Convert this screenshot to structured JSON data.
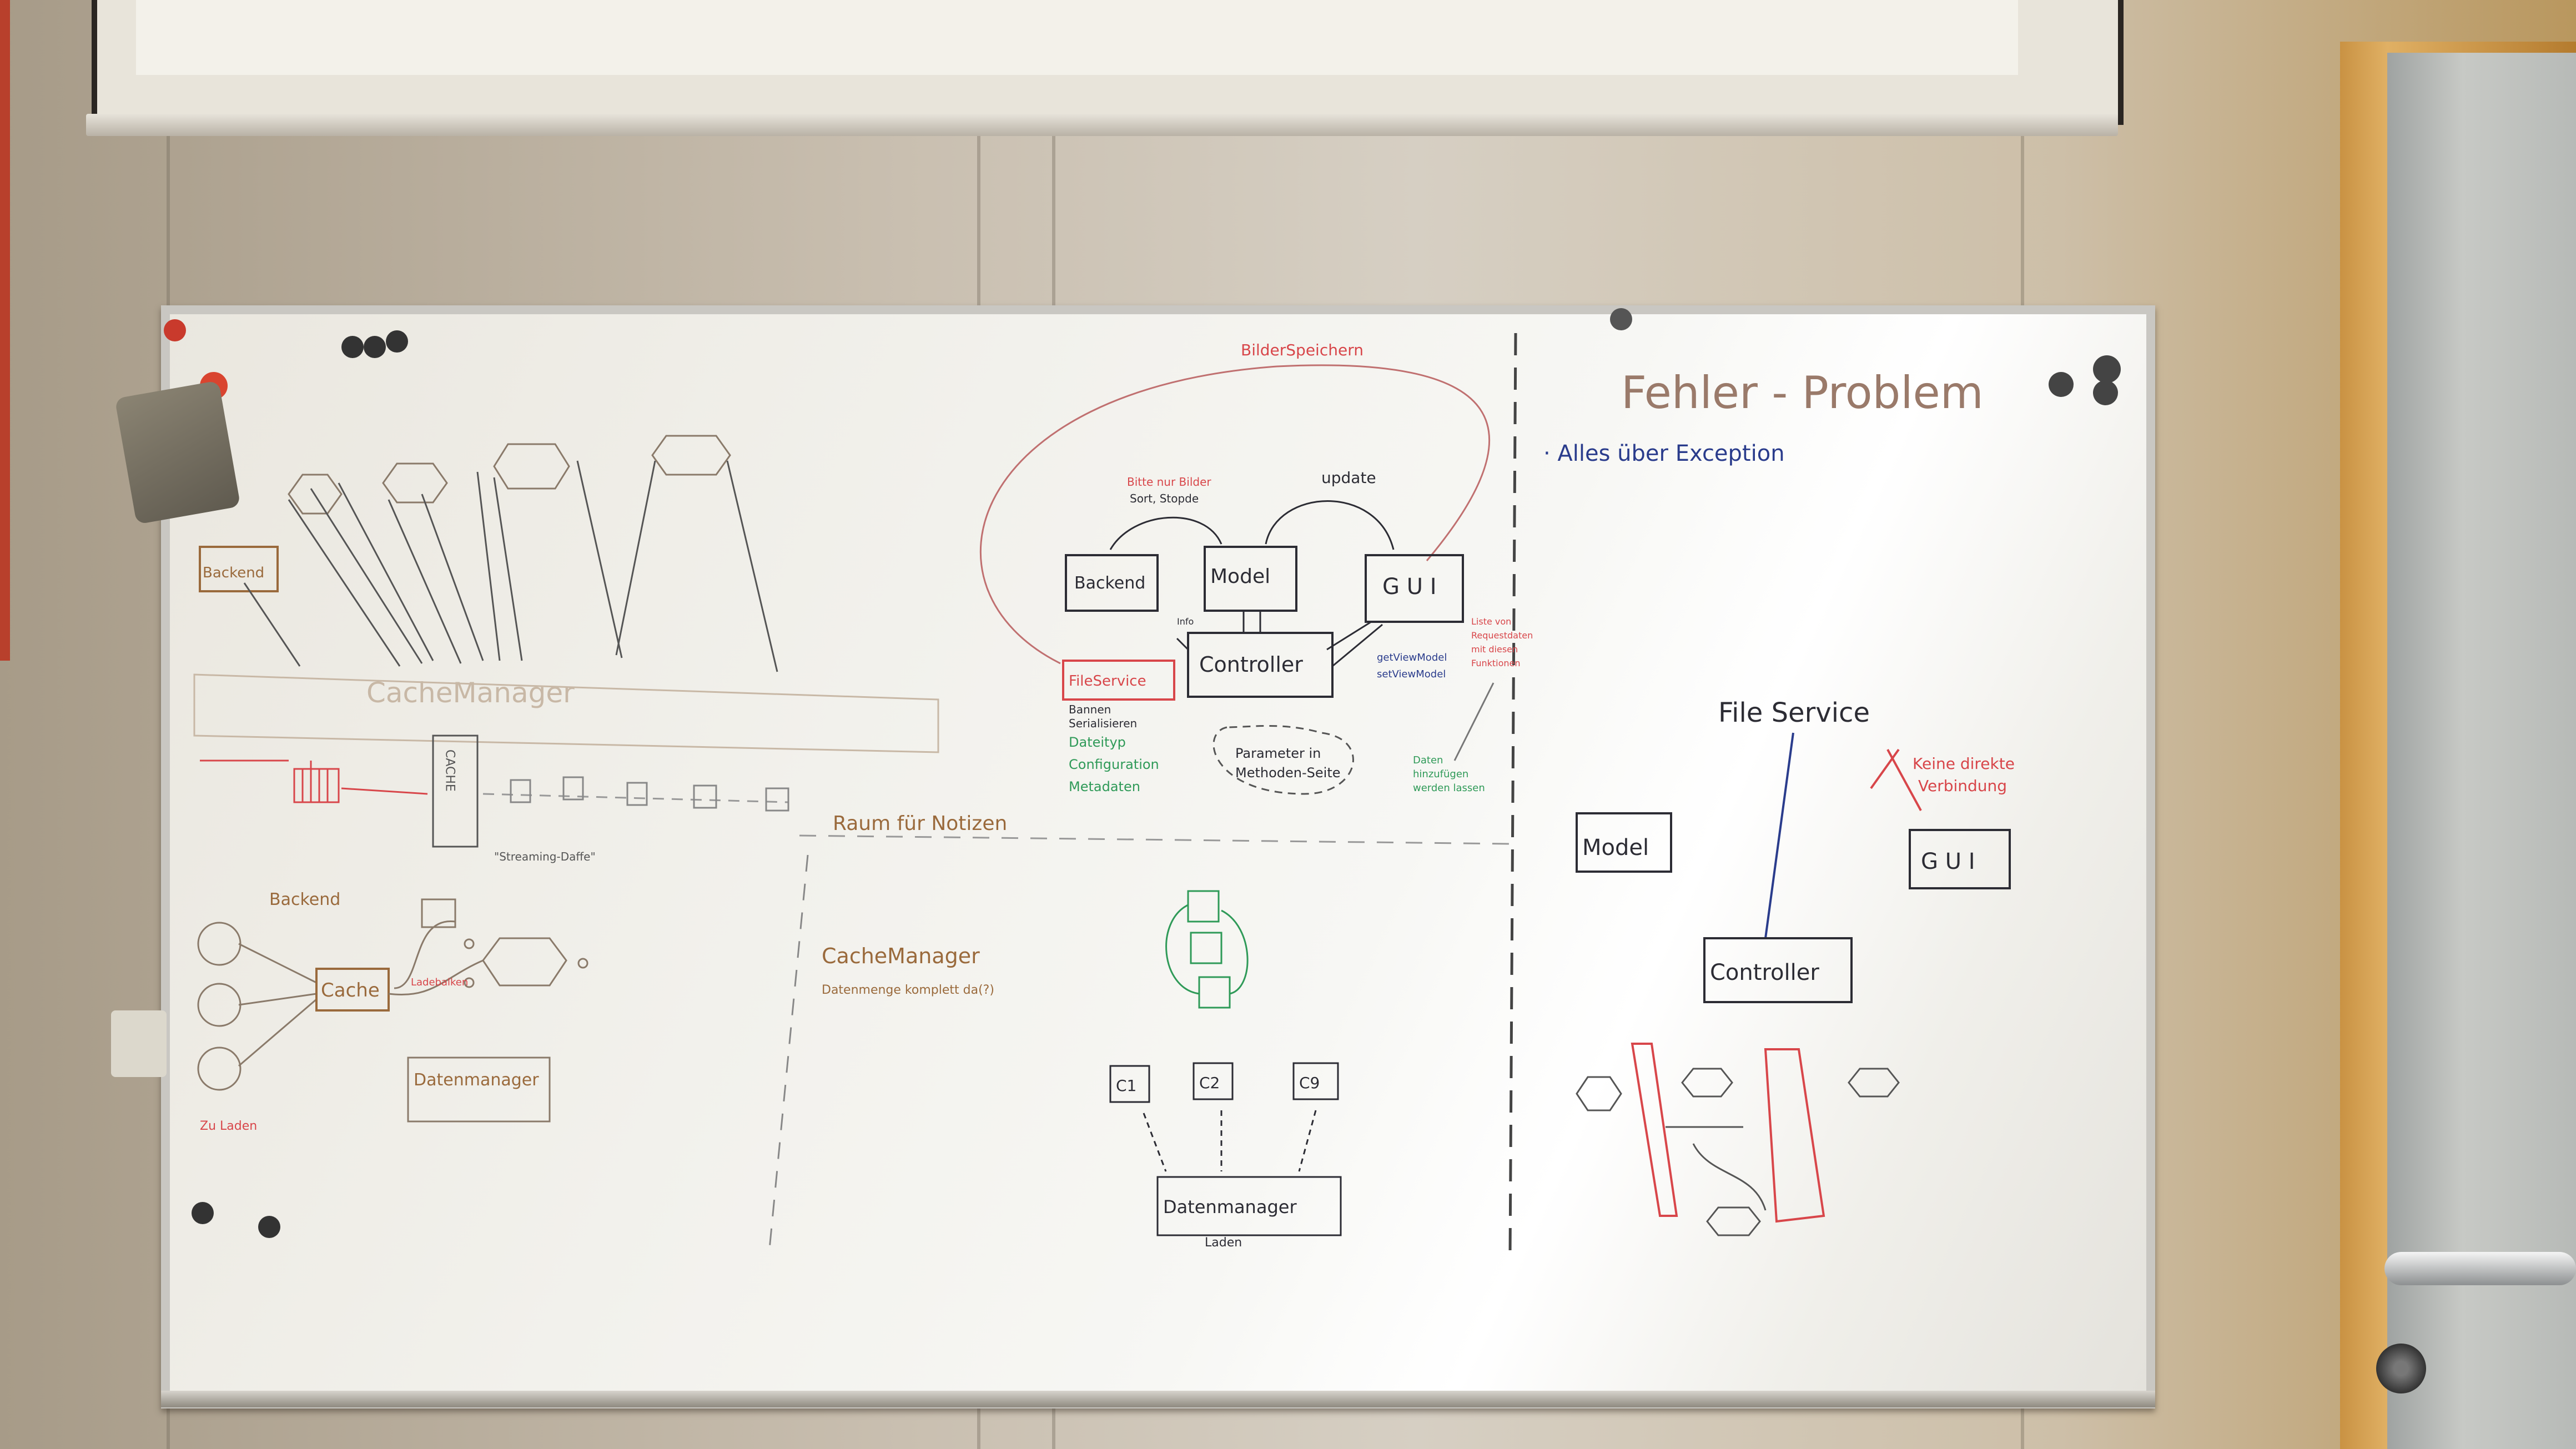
{
  "colors": {
    "black": "#2c2c34",
    "red": "#d8464a",
    "blue": "#2a3c8c",
    "green": "#2f9a58",
    "brown": "#9a6a3c"
  },
  "left": {
    "backend_box": "Backend",
    "cachemanager": "CacheManager",
    "cache_column": "CACHE",
    "streaming_label": "\"Streaming-Daffe\"",
    "backend_label": "Backend",
    "cache_box": "Cache",
    "datenmanager_box": "Datenmanager",
    "small_label": "Ladebalken",
    "bottom_red_label": "Zu Laden"
  },
  "middle_top": {
    "bilder_speichern": "BilderSpeichern",
    "red_note": "Bitte nur Bilder",
    "sort_note": "Sort, Stopde",
    "update_label": "update",
    "backend_box": "Backend",
    "model_box": "Model",
    "gui_box": "G U I",
    "controller_box": "Controller",
    "fileservice_box": "FileService",
    "small_note": "Info",
    "blue_notes": [
      "getViewModel",
      "setViewModel"
    ],
    "right_red_note": [
      "Liste von",
      "Requestdaten",
      "mit diesen",
      "Funktionen"
    ],
    "black_notes": [
      "Bannen",
      "Serialisieren"
    ],
    "green_notes": [
      "Dateityp",
      "Configuration",
      "Metadaten"
    ],
    "parameter_bubble": [
      "Parameter in",
      "Methoden-Seite"
    ],
    "right_green_note": [
      "Daten",
      "hinzufügen",
      "werden lassen"
    ]
  },
  "middle_bottom": {
    "raum_label": "Raum für Notizen",
    "cachemanager": "CacheManager",
    "cachemanager_note": "Datenmenge komplett da(?)",
    "c1_label": "C1",
    "c2_label": "C2",
    "c9_label": "C9",
    "datenmanager_box": "Datenmanager",
    "small_label": "Laden"
  },
  "right": {
    "title": "Fehler - Problem",
    "bullet": "· Alles über Exception",
    "file_service": "File Service",
    "red_note": [
      "Keine direkte",
      "Verbindung"
    ],
    "model_box": "Model",
    "gui_box": "G U I",
    "controller_box": "Controller"
  }
}
